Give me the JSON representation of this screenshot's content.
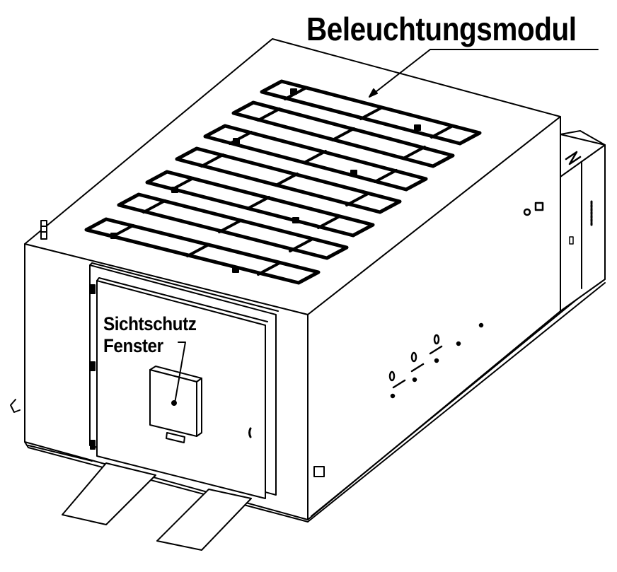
{
  "diagram": {
    "subject": "Isometric line drawing of an enclosure/cabinet with rooftop light module panels, front door, and side cabinet",
    "colors": {
      "line": "#000000",
      "background": "#ffffff"
    },
    "labels": {
      "lighting_module": "Beleuchtungsmodul",
      "privacy_window_line1": "Sichtschutz",
      "privacy_window_line2": "Fenster"
    },
    "callouts": [
      {
        "label": "Beleuchtungsmodul",
        "points_to": "top lighting panel array"
      },
      {
        "label": "Sichtschutz Fenster",
        "points_to": "window box on front door"
      }
    ]
  }
}
